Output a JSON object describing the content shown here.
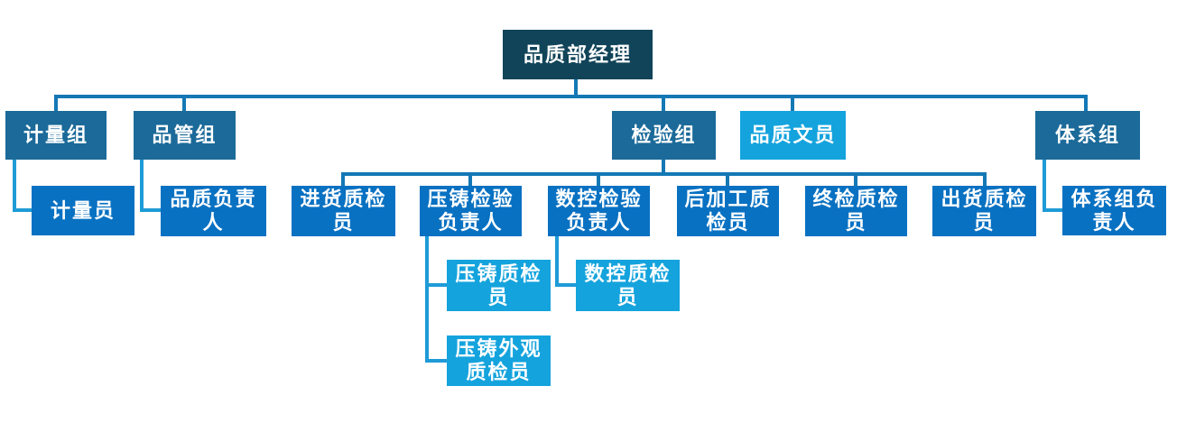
{
  "palette": {
    "background": "#ffffff",
    "text": "#ffffff",
    "level1_fill": "#114459",
    "level2_fill": "#1b6a99",
    "level3_fill": "#0971c2",
    "light_fill": "#14a3dd",
    "tree_line": "#1478b5",
    "elbow_line": "#1e9bd7"
  },
  "org": {
    "root": {
      "label": "品质部经理",
      "children": [
        {
          "label": "计量组",
          "children": [
            {
              "label": "计量员"
            }
          ]
        },
        {
          "label": "品管组",
          "children": [
            {
              "label": "品质负责人"
            }
          ]
        },
        {
          "label": "检验组",
          "children": [
            {
              "label": "进货质检员"
            },
            {
              "label": "压铸检验负责人",
              "children": [
                {
                  "label": "压铸质检员"
                },
                {
                  "label": "压铸外观质检员"
                }
              ]
            },
            {
              "label": "数控检验负责人",
              "children": [
                {
                  "label": "数控质检员"
                }
              ]
            },
            {
              "label": "后加工质检员"
            },
            {
              "label": "终检质检员"
            },
            {
              "label": "出货质检员"
            }
          ]
        },
        {
          "label": "品质文员"
        },
        {
          "label": "体系组",
          "children": [
            {
              "label": "体系组负责人"
            }
          ]
        }
      ]
    }
  }
}
